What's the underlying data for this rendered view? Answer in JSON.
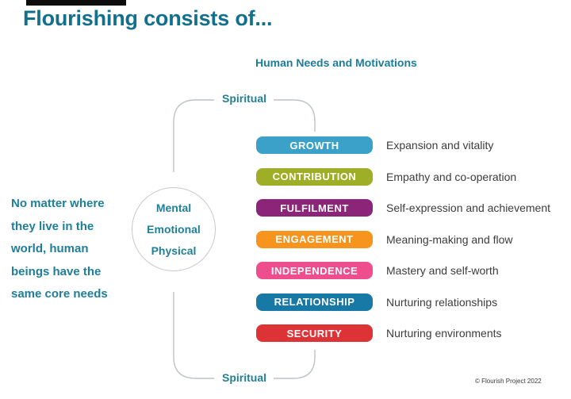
{
  "title": "Flourishing consists of...",
  "subtitle": "Human Needs and Motivations",
  "spiritual_top": "Spiritual",
  "spiritual_bottom": "Spiritual",
  "intro": {
    "lines": [
      "No matter where",
      "they live in the",
      "world, human",
      "beings have the",
      "same core needs"
    ]
  },
  "core_circle": {
    "lines": [
      "Mental",
      "Emotional",
      "Physical"
    ]
  },
  "needs": {
    "rows": [
      {
        "label": "GROWTH",
        "description": "Expansion and vitality",
        "color": "#3ba1c8"
      },
      {
        "label": "CONTRIBUTION",
        "description": "Empathy and co-operation",
        "color": "#9fae27"
      },
      {
        "label": "FULFILMENT",
        "description": "Self-expression and achievement",
        "color": "#8c2479"
      },
      {
        "label": "ENGAGEMENT",
        "description": "Meaning-making and flow",
        "color": "#f7941e"
      },
      {
        "label": "INDEPENDENCE",
        "description": "Mastery and self-worth",
        "color": "#ee4e8d"
      },
      {
        "label": "RELATIONSHIP",
        "description": "Nurturing relationships",
        "color": "#1879a6"
      },
      {
        "label": "SECURITY",
        "description": "Nurturing environments",
        "color": "#dd3336"
      }
    ]
  },
  "footer": {
    "copyright": "© Flourish Project 2022"
  },
  "colors": {
    "title_teal": "#136f8e",
    "body_teal": "#1f7e99",
    "line_gray": "#bcc3c7",
    "text_dark": "#3c3c3c",
    "top_bar": "#0d0d0d"
  }
}
